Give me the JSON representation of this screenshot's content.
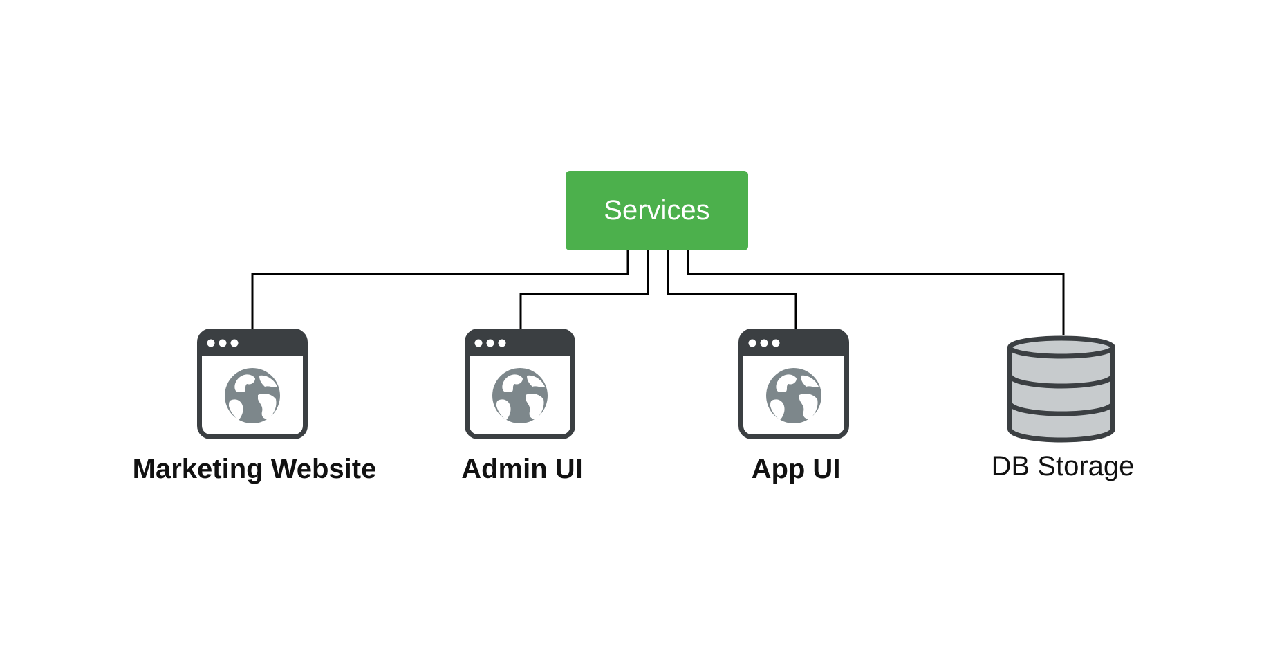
{
  "services": {
    "label": "Services",
    "color": "#4cb04c"
  },
  "nodes": [
    {
      "label": "Marketing Website",
      "icon": "browser-globe-icon"
    },
    {
      "label": "Admin UI",
      "icon": "browser-globe-icon"
    },
    {
      "label": "App UI",
      "icon": "browser-globe-icon"
    },
    {
      "label": "DB Storage",
      "icon": "database-icon"
    }
  ],
  "colors": {
    "connector": "#000000",
    "icon_dark": "#3b3f42",
    "icon_gray": "#7d878b",
    "db_fill": "#c7cbcd"
  }
}
